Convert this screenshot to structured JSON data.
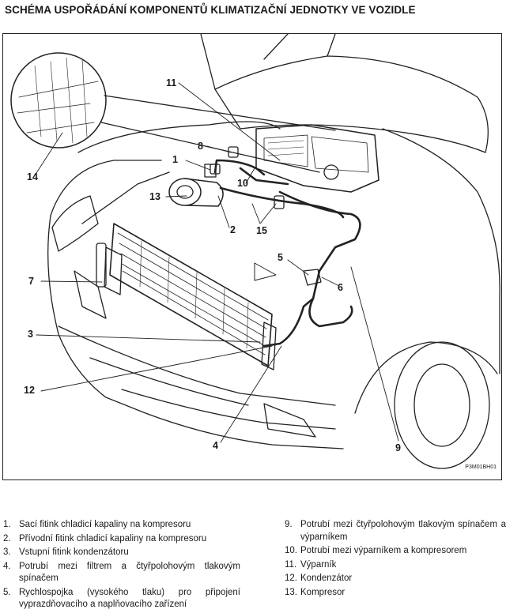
{
  "title": "SCHÉMA USPOŘÁDÁNÍ KOMPONENTŮ KLIMATIZAČNÍ JEDNOTKY VE VOZIDLE",
  "figure": {
    "code": "P3M01BH01",
    "callouts": [
      "1",
      "2",
      "3",
      "4",
      "5",
      "6",
      "7",
      "8",
      "9",
      "10",
      "11",
      "12",
      "13",
      "14",
      "15"
    ]
  },
  "legend_left": [
    {
      "num": "1.",
      "text": "Sací fitink chladicí kapaliny na kompresoru"
    },
    {
      "num": "2.",
      "text": "Přívodní fitink chladicí kapaliny na kompresoru"
    },
    {
      "num": "3.",
      "text": "Vstupní fitink kondenzátoru"
    },
    {
      "num": "4.",
      "text": "Potrubí mezi filtrem a čtyřpolohovým tlakovým spínačem"
    },
    {
      "num": "5.",
      "text": "Rychlospojka (vysokého tlaku) pro připojení vyprazdňovacího a naplňovacího zařízení"
    }
  ],
  "legend_right": [
    {
      "num": "9.",
      "text": "Potrubí mezi čtyřpolohovým tlakovým spínačem a výparníkem"
    },
    {
      "num": "10.",
      "text": "Potrubí mezi výparníkem a kompresorem"
    },
    {
      "num": "11.",
      "text": "Výparník"
    },
    {
      "num": "12.",
      "text": "Kondenzátor"
    },
    {
      "num": "13.",
      "text": "Kompresor"
    }
  ]
}
